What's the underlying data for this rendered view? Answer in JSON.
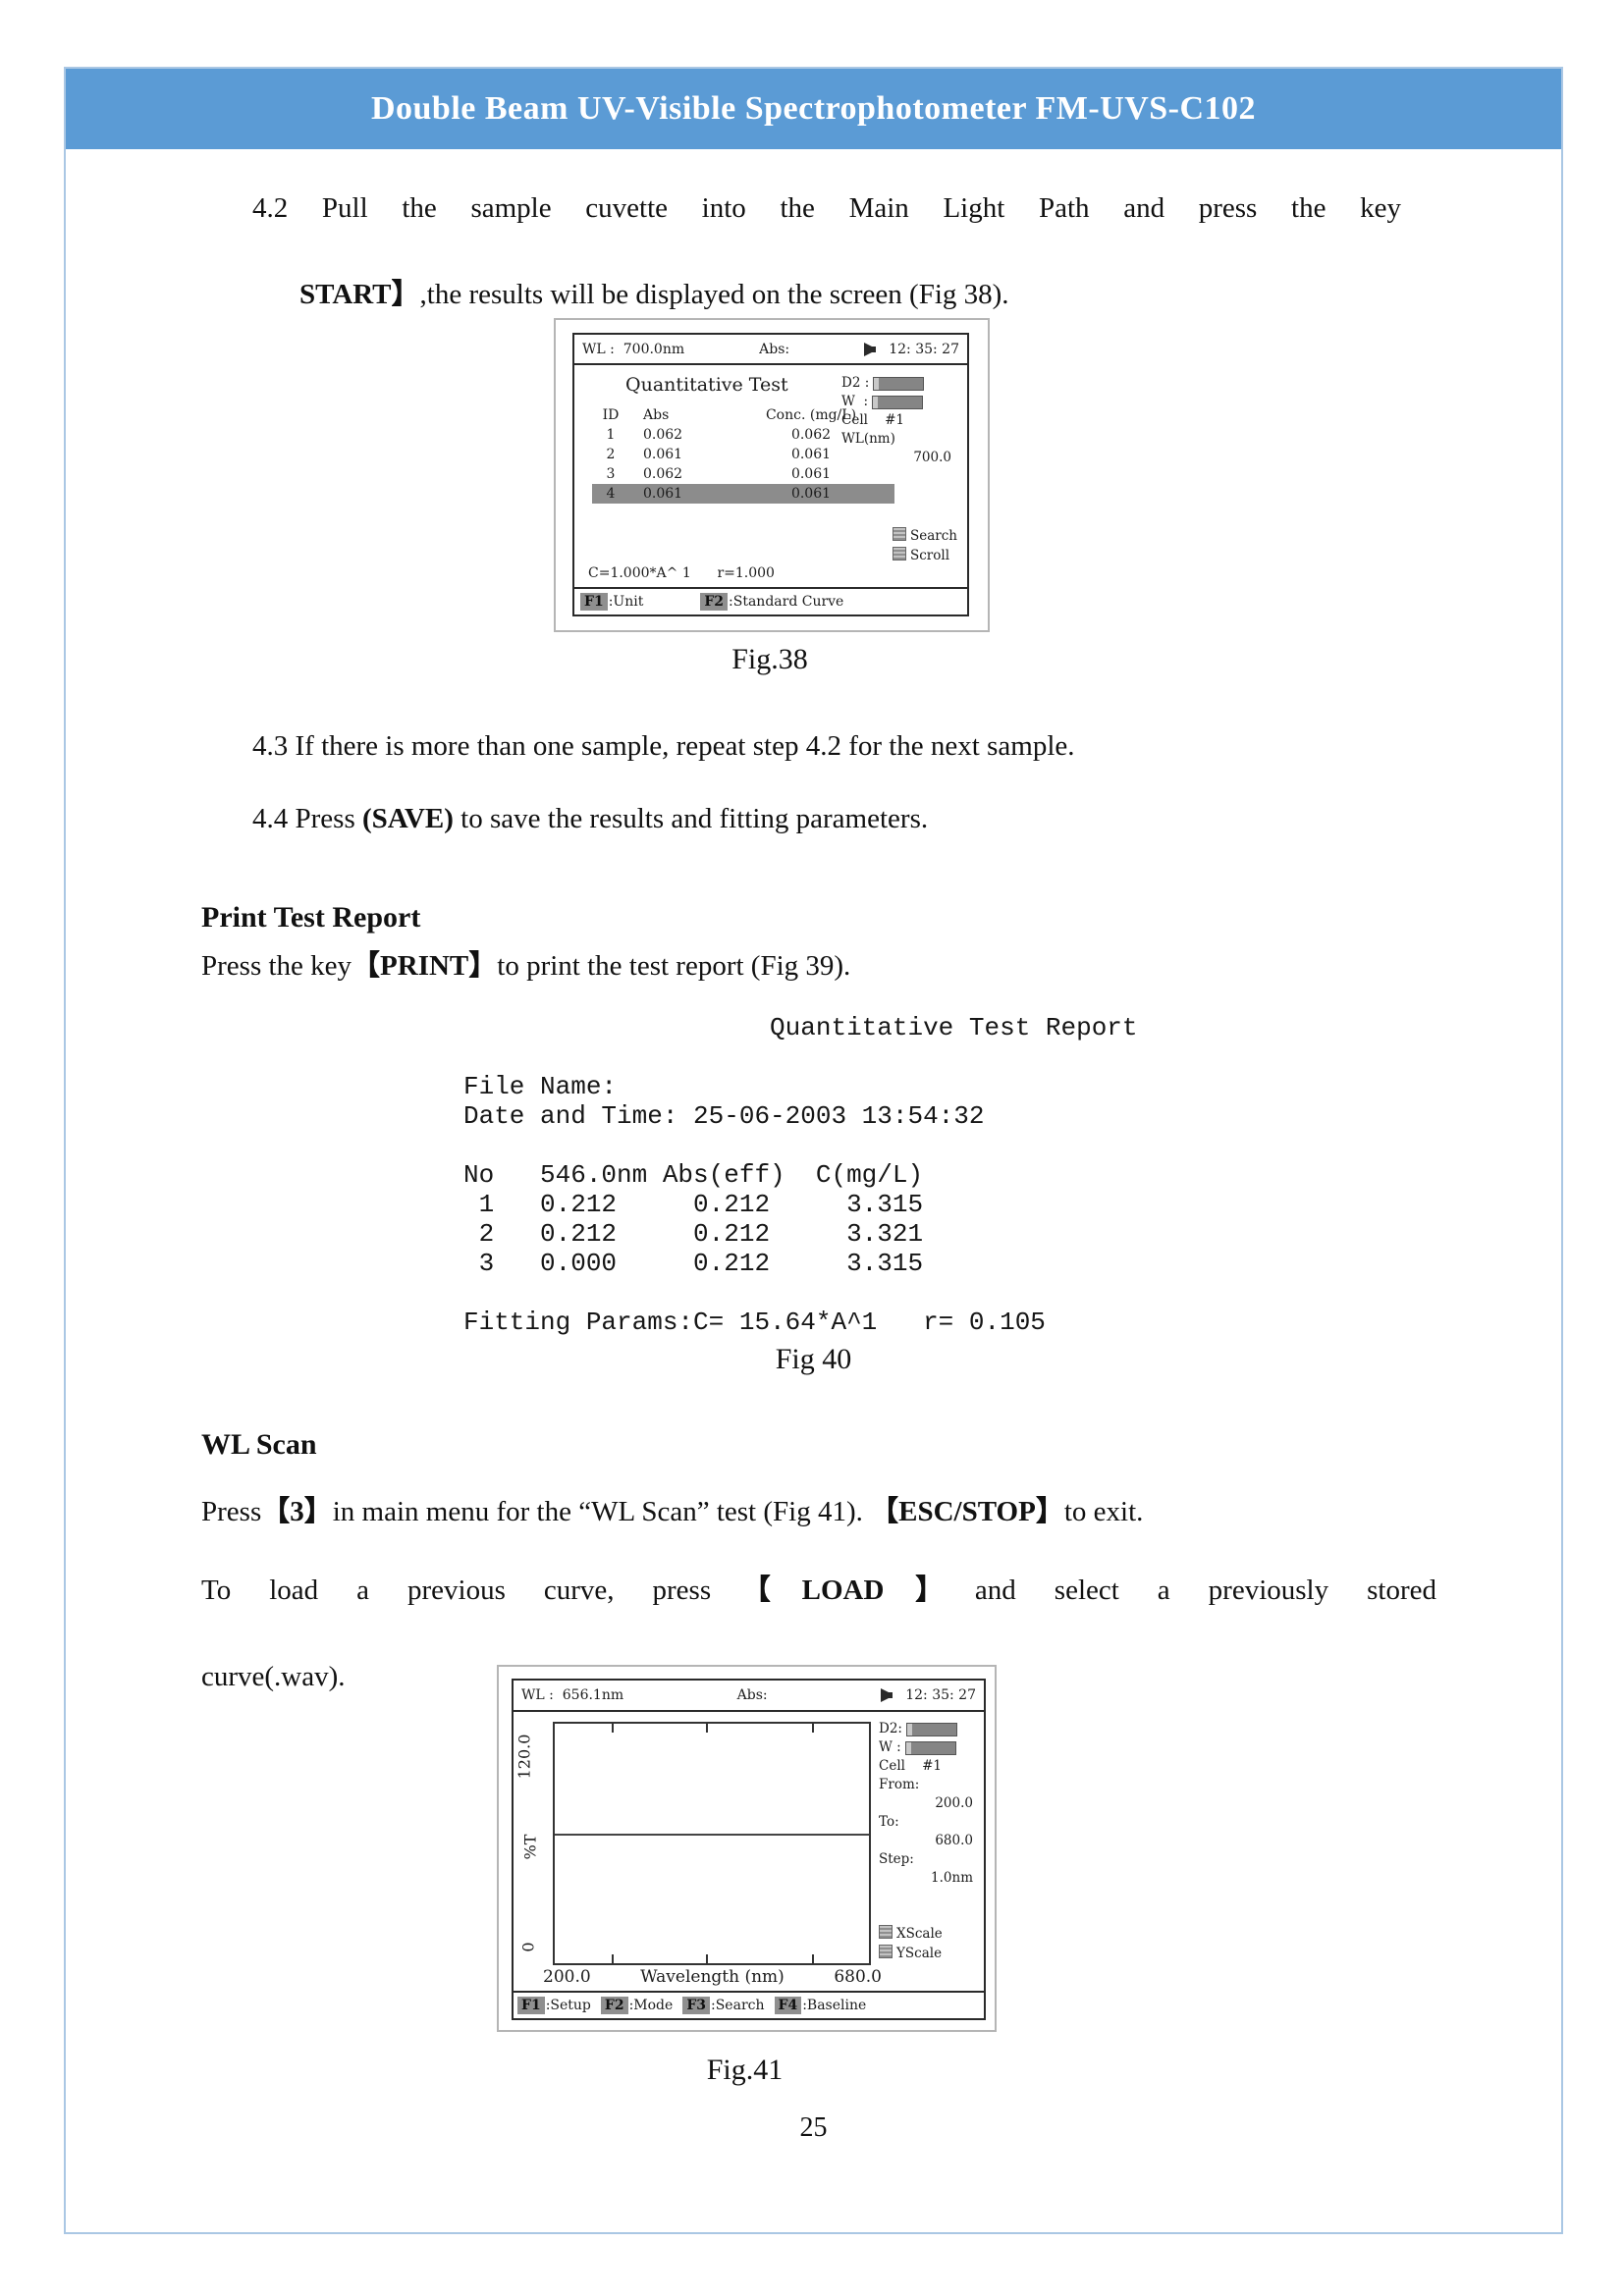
{
  "page": {
    "header_title": "Double Beam UV-Visible Spectrophotometer FM-UVS-C102",
    "page_number": "25",
    "accent_blue": "#5b9bd5",
    "border_blue": "#aac7e4"
  },
  "sections": {
    "s42_line1": "4.2 Pull the sample cuvette into the Main Light Path and press the key",
    "s42_bold": "START】",
    "s42_rest": ",the results will be displayed on the screen (Fig 38).",
    "s43": "4.3 If there is more than one sample, repeat step 4.2 for the next sample.",
    "s44_pre": "4.4 Press ",
    "s44_bold": "(SAVE)",
    "s44_rest": " to save the results and fitting parameters.",
    "print_heading": "Print Test Report",
    "print_pre": "Press the key",
    "print_bold": "【PRINT】",
    "print_rest": "to print the test report (Fig 39).",
    "wl_heading": "WL Scan",
    "wl_pre": "Press",
    "wl_key3": "【3】",
    "wl_mid": "in main menu for the “WL Scan” test (Fig 41). ",
    "wl_esc": "【ESC/STOP】",
    "wl_rest": "to exit.",
    "load_pre": "To load a previous curve, press",
    "load_bold": "【LOAD】",
    "load_rest": "and select a previously stored",
    "load_line2": "curve(.wav)."
  },
  "captions": {
    "fig38": "Fig.38",
    "fig40": "Fig 40",
    "fig41": "Fig.41"
  },
  "fig38": {
    "status": {
      "wl_label": "WL :  700.0nm",
      "mode": "Abs:",
      "time": "12: 35: 27"
    },
    "title": "Quantitative Test",
    "table": {
      "headers": {
        "id": "ID",
        "abs": "Abs",
        "conc": "Conc. (mg/L)"
      },
      "rows": [
        {
          "id": "1",
          "abs": "0.062",
          "conc": "0.062"
        },
        {
          "id": "2",
          "abs": "0.061",
          "conc": "0.061"
        },
        {
          "id": "3",
          "abs": "0.062",
          "conc": "0.061"
        },
        {
          "id": "4",
          "abs": "0.061",
          "conc": "0.061"
        }
      ],
      "highlighted_row": 4
    },
    "panel": {
      "d2_label": "D2 :",
      "w_label": "W  :",
      "cell_line": "Cell    #1",
      "wl_unit": "WL(nm)",
      "wl_value": "700.0"
    },
    "hints": {
      "search": "Search",
      "scroll": "Scroll"
    },
    "fit_c": "C=1.000*A^ 1",
    "fit_r": "r=1.000",
    "fkeys": [
      {
        "key": "F1",
        "label": "Unit"
      },
      {
        "key": "F2",
        "label": "Standard Curve"
      }
    ]
  },
  "report": {
    "lines": [
      "                    Quantitative Test Report",
      "",
      "File Name:",
      "Date and Time: 25-06-2003 13:54:32",
      "",
      "No   546.0nm Abs(eff)  C(mg/L)",
      " 1   0.212     0.212     3.315",
      " 2   0.212     0.212     3.321",
      " 3   0.000     0.212     3.315",
      "",
      "Fitting Params:C= 15.64*A^1   r= 0.105"
    ]
  },
  "fig41": {
    "status": {
      "wl_label": "WL :  656.1nm",
      "mode": "Abs:",
      "time": "12: 35: 27"
    },
    "plot": {
      "y_top": "120.0",
      "y_mid": "%T",
      "y_bottom": "0",
      "x_left": "200.0",
      "x_label": "Wavelength (nm)",
      "x_right": "680.0"
    },
    "panel": {
      "d2_label": "D2:",
      "w_label": "W :",
      "cell_line": "Cell    #1",
      "from_label": "From:",
      "from_value": "200.0",
      "to_label": "To:",
      "to_value": "680.0",
      "step_label": "Step:",
      "step_value": "1.0nm"
    },
    "scale_hints": {
      "x": "XScale",
      "y": "YScale"
    },
    "fkeys": [
      {
        "key": "F1",
        "label": "Setup"
      },
      {
        "key": "F2",
        "label": "Mode"
      },
      {
        "key": "F3",
        "label": "Search"
      },
      {
        "key": "F4",
        "label": "Baseline"
      }
    ]
  }
}
